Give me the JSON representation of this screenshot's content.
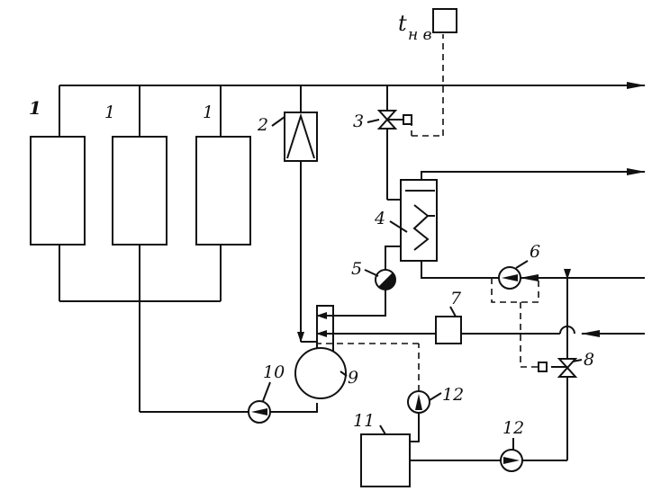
{
  "sensor": {
    "symbol": "t",
    "subscript": "н в"
  },
  "labels": {
    "boiler_1a": "1",
    "boiler_1b": "1",
    "boiler_1c": "1",
    "air_vent": "2",
    "control_valve_3": "3",
    "heat_exchanger": "4",
    "check_valve": "5",
    "pump_6": "6",
    "unit_7": "7",
    "control_valve_8": "8",
    "expansion_tank": "9",
    "pump_10": "10",
    "tank_11": "11",
    "pump_12_upper": "12",
    "pump_12_lower": "12"
  }
}
